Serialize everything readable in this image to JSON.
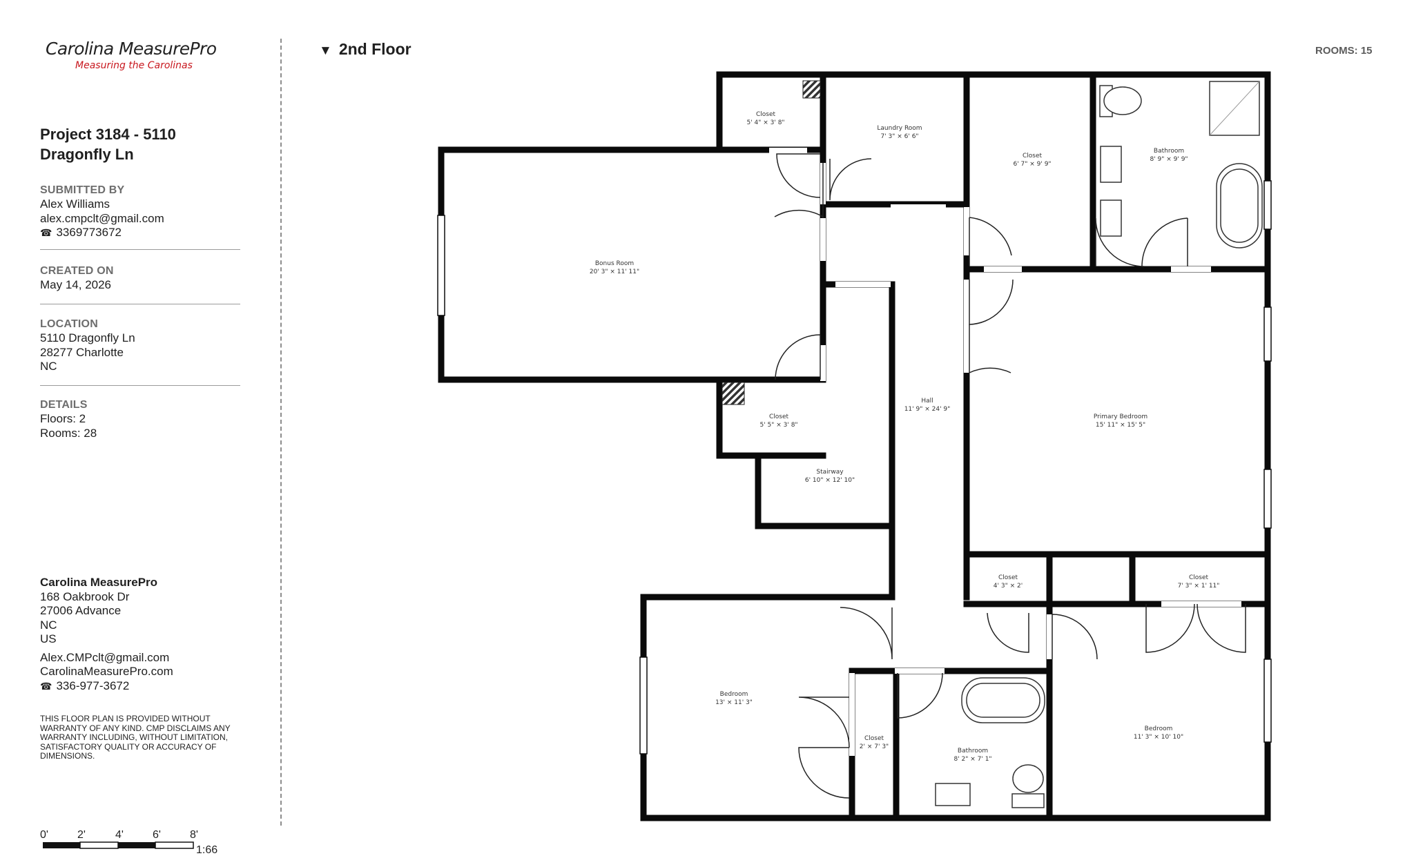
{
  "brand": {
    "name": "Carolina MeasurePro",
    "tagline": "Measuring the Carolinas",
    "accent_color": "#c8171e"
  },
  "project": {
    "title_line1": "Project 3184 - 5110",
    "title_line2": "Dragonfly Ln"
  },
  "submitted_by": {
    "heading": "SUBMITTED BY",
    "name": "Alex Williams",
    "email": "alex.cmpclt@gmail.com",
    "phone": "3369773672"
  },
  "created_on": {
    "heading": "CREATED ON",
    "date": "May 14, 2026"
  },
  "location": {
    "heading": "LOCATION",
    "line1": "5110 Dragonfly Ln",
    "line2": "28277 Charlotte",
    "line3": "NC"
  },
  "details": {
    "heading": "DETAILS",
    "floors": "Floors: 2",
    "rooms": "Rooms: 28"
  },
  "company": {
    "name": "Carolina MeasurePro",
    "street": "168 Oakbrook Dr",
    "city": "27006 Advance",
    "state": "NC",
    "country": "US",
    "email": "Alex.CMPclt@gmail.com",
    "website": "CarolinaMeasurePro.com",
    "phone": "336-977-3672"
  },
  "disclaimer": [
    "THIS FLOOR PLAN IS PROVIDED WITHOUT",
    "WARRANTY OF ANY KIND. CMP DISCLAIMS ANY",
    "WARRANTY INCLUDING, WITHOUT LIMITATION,",
    "SATISFACTORY QUALITY OR ACCURACY OF",
    "DIMENSIONS."
  ],
  "scale": {
    "ticks": [
      "0'",
      "2'",
      "4'",
      "6'",
      "8'"
    ],
    "ratio": "1:66"
  },
  "floor": {
    "title": "2nd Floor",
    "rooms_count": "ROOMS: 15"
  },
  "icons": {
    "phone": "phone-icon",
    "collapse": "triangle-down-icon"
  },
  "rooms": [
    {
      "name": "Closet",
      "dims": "5' 4\" × 3' 8\""
    },
    {
      "name": "Laundry Room",
      "dims": "7' 3\" × 6' 6\""
    },
    {
      "name": "Closet",
      "dims": "6' 7\" × 9' 9\""
    },
    {
      "name": "Bathroom",
      "dims": "8' 9\" × 9' 9\""
    },
    {
      "name": "Bonus Room",
      "dims": "20' 3\" × 11' 11\""
    },
    {
      "name": "Closet",
      "dims": "5' 5\" × 3' 8\""
    },
    {
      "name": "Hall",
      "dims": "11' 9\" × 24' 9\""
    },
    {
      "name": "Primary Bedroom",
      "dims": "15' 11\" × 15' 5\""
    },
    {
      "name": "Stairway",
      "dims": "6' 10\" × 12' 10\""
    },
    {
      "name": "Closet",
      "dims": "4' 3\" × 2'"
    },
    {
      "name": "Closet",
      "dims": "7' 3\" × 1' 11\""
    },
    {
      "name": "Bedroom",
      "dims": "13' × 11' 3\""
    },
    {
      "name": "Closet",
      "dims": "2' × 7' 3\""
    },
    {
      "name": "Bathroom",
      "dims": "8' 2\" × 7' 1\""
    },
    {
      "name": "Bedroom",
      "dims": "11' 3\" × 10' 10\""
    }
  ]
}
